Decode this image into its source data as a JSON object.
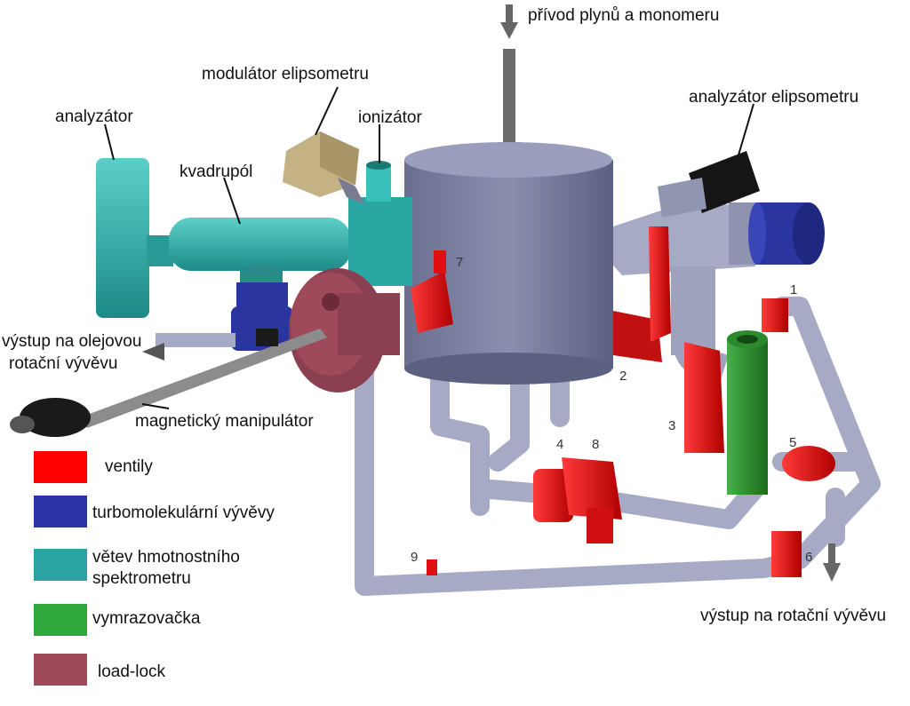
{
  "labels": {
    "gas_inlet": "přívod plynů a monomeru",
    "ellipsometer_modulator": "modulátor elipsometru",
    "ellipsometer_analyzer": "analyzátor elipsometru",
    "analyzer": "analyzátor",
    "ionizer": "ionizátor",
    "quadrupole": "kvadrupól",
    "oil_pump_outlet_line1": "výstup na olejovou",
    "oil_pump_outlet_line2": "rotační vývěvu",
    "magnetic_manipulator": "magnetický manipulátor",
    "rotary_pump_outlet": "výstup na rotační vývěvu"
  },
  "valve_numbers": [
    "1",
    "2",
    "3",
    "4",
    "5",
    "6",
    "7",
    "8",
    "9"
  ],
  "legend": [
    {
      "label": "ventily",
      "color": "#ff0000"
    },
    {
      "label": "turbomolekulární vývěvy",
      "color": "#2b35a8"
    },
    {
      "label_line1": "větev hmotnostního",
      "label_line2": "spektrometru",
      "color": "#2ba3a3"
    },
    {
      "label": "vymrazovačka",
      "color": "#2ea83a"
    },
    {
      "label": "load-lock",
      "color": "#9e4a5a"
    }
  ],
  "colors": {
    "chamber": "#7a7f9e",
    "pipe": "#a7aac4",
    "valve": "#e01010",
    "turbo_pump": "#2a35a0",
    "mass_spec": "#2fb0ab",
    "cold_trap": "#2a8a2a",
    "load_lock": "#8a4050",
    "modulator_box": "#c4b184",
    "analyzer_black": "#151515"
  }
}
